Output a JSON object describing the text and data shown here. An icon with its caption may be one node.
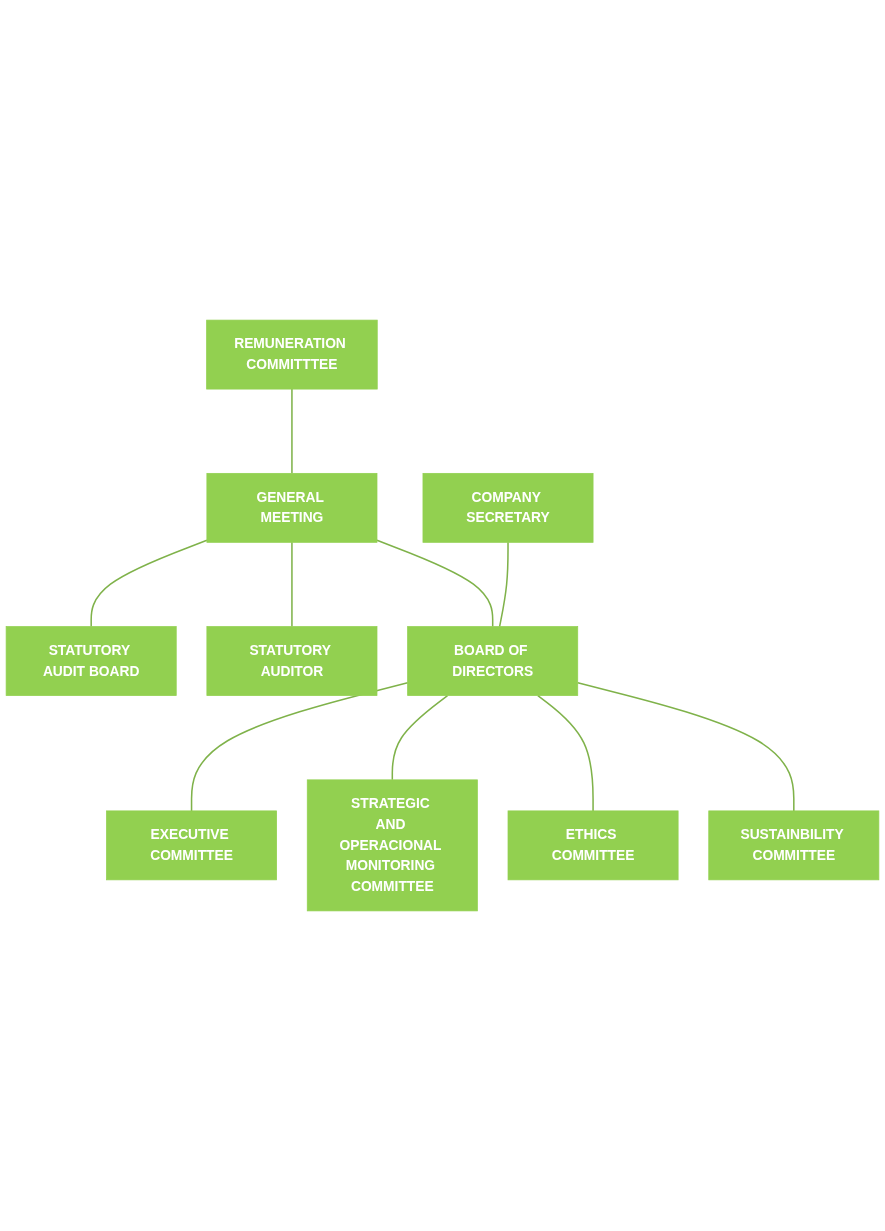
{
  "diagram": {
    "nodes": [
      {
        "text": [
          "REMUNERATION COMMITTTEE"
        ]
      },
      {
        "text": [
          "GENERAL MEETING"
        ]
      },
      {
        "text": [
          "STATUTORY AUDIT BOARD"
        ]
      },
      {
        "text": [
          "STATUTORY AUDITOR"
        ]
      },
      {
        "text": [
          "COMPANY SECRETARY"
        ]
      },
      {
        "text": [
          "BOARD OF DIRECTORS"
        ]
      },
      {
        "text": [
          "EXECUTIVE COMMITTEE"
        ]
      },
      {
        "text": [
          "STRATEGIC AND OPERACIONAL MONITORING COMMITTEE"
        ]
      },
      {
        "text": [
          "ETHICS COMMITTEE"
        ]
      },
      {
        "text": [
          "SUSTAINBILITY COMMITTEE"
        ]
      }
    ],
    "edges": [
      {
        "from": 0,
        "to": 1,
        "arrow": "none"
      },
      {
        "from": 1,
        "to": 2,
        "arrow": "none"
      },
      {
        "from": 1,
        "to": 3,
        "arrow": "none"
      },
      {
        "from": 1,
        "to": 5,
        "arrow": "none"
      },
      {
        "from": 4,
        "to": 5,
        "arrow": "none"
      },
      {
        "from": 5,
        "to": 6,
        "arrow": "none"
      },
      {
        "from": 5,
        "to": 7,
        "arrow": "none"
      },
      {
        "from": 5,
        "to": 8,
        "arrow": "none"
      },
      {
        "from": 5,
        "to": 9,
        "arrow": "none"
      }
    ]
  }
}
